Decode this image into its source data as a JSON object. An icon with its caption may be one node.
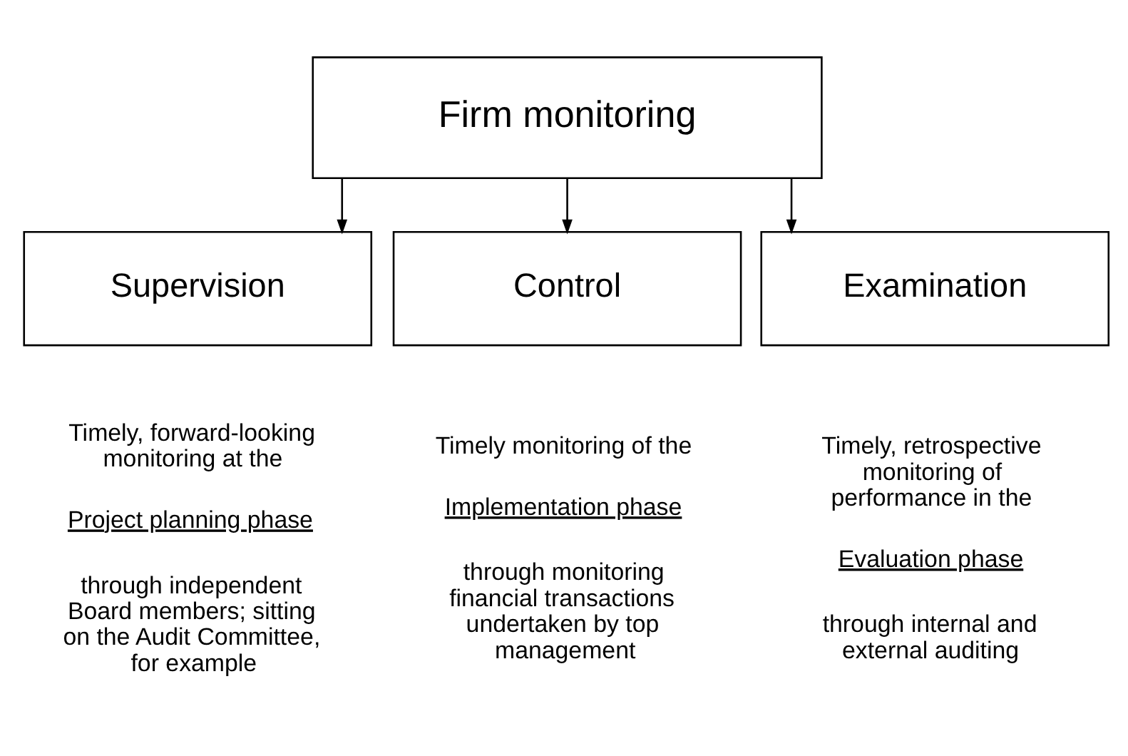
{
  "diagram": {
    "nodes": [
      {
        "text": [
          "Firm monitoring"
        ]
      },
      {
        "text": [
          "Supervision"
        ],
        "beside": [
          "Timely, forward-looking monitoring at the",
          "Project planning phase",
          "through independent Board members; sitting on the Audit Committee, for example"
        ]
      },
      {
        "text": [
          "Control"
        ],
        "beside": [
          "Timely monitoring of the",
          "Implementation phase",
          "through monitoring financial transactions undertaken by top management"
        ]
      },
      {
        "text": [
          "Examination"
        ],
        "beside": [
          "Timely, retrospective monitoring of performance in the",
          "Evaluation phase",
          "through internal and external auditing"
        ]
      }
    ],
    "edges": [
      {
        "from": 0,
        "to": 1,
        "arrow": "to"
      },
      {
        "from": 0,
        "to": 2,
        "arrow": "to"
      },
      {
        "from": 0,
        "to": 3,
        "arrow": "to"
      }
    ]
  }
}
